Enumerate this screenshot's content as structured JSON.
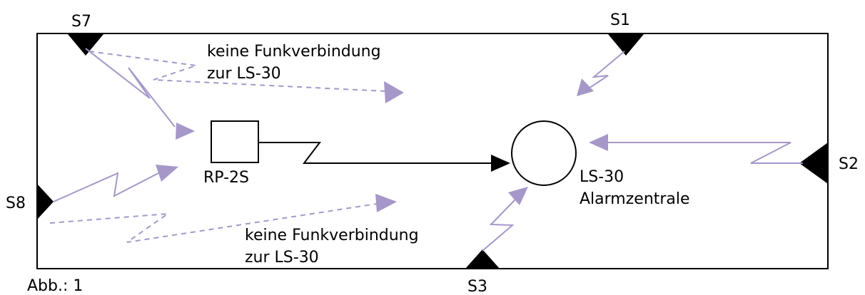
{
  "sensors": {
    "s1": "S1",
    "s2": "S2",
    "s3": "S3",
    "s7": "S7",
    "s8": "S8"
  },
  "repeater": {
    "label": "RP-2S"
  },
  "central": {
    "line1": "LS-30",
    "line2": "Alarmzentrale"
  },
  "notes": {
    "top": {
      "line1": "keine Funkverbindung",
      "line2": "zur LS-30"
    },
    "bottom": {
      "line1": "keine Funkverbindung",
      "line2": "zur LS-30"
    }
  },
  "caption": "Abb.: 1",
  "colors": {
    "radio_link": "#a597c8",
    "wired_link": "#000000",
    "sensor": "#000000"
  }
}
